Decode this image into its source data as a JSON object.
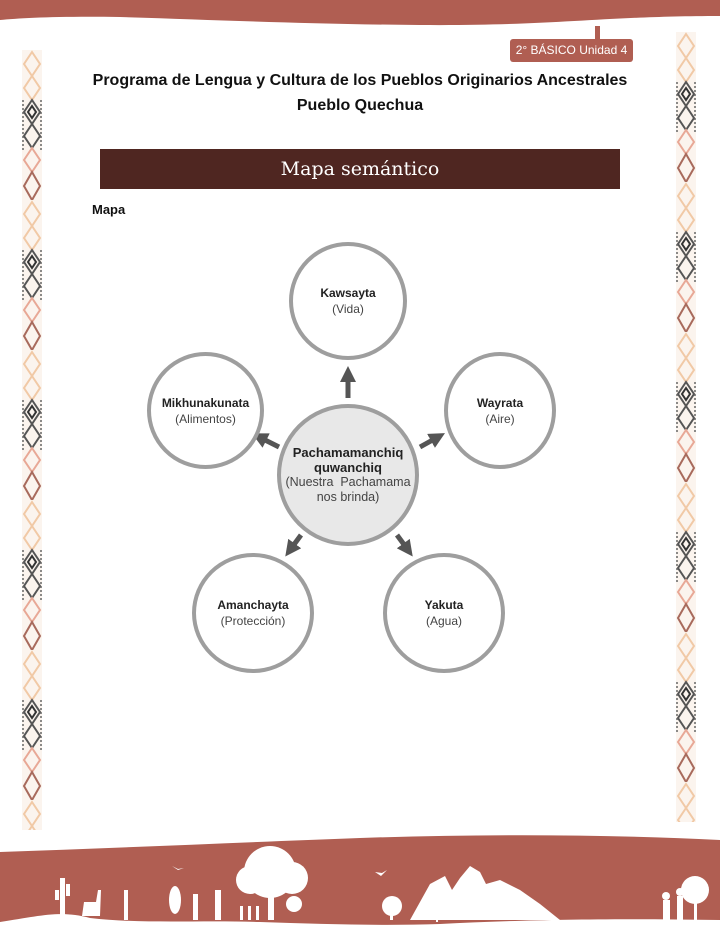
{
  "header": {
    "badge": "2° BÁSICO Unidad 4",
    "title_line1": "Programa de Lengua y Cultura de los Pueblos Originarios Ancestrales",
    "title_line2": "Pueblo Quechua"
  },
  "section": {
    "band_title": "Mapa semántico",
    "label": "Mapa"
  },
  "semantic_map": {
    "center": {
      "term": "Pachamamanchiq quwanchiq",
      "term_line1": "Pachamamanchiq",
      "term_line2": "quwanchiq",
      "translation_line1": "(Nuestra  Pachamama",
      "translation_line2": "nos brinda)"
    },
    "nodes": [
      {
        "term": "Kawsayta",
        "translation": "(Vida)"
      },
      {
        "term": "Mikhunakunata",
        "translation": "(Alimentos)"
      },
      {
        "term": "Wayrata",
        "translation": "(Aire)"
      },
      {
        "term": "Amanchayta",
        "translation": "(Protección)"
      },
      {
        "term": "Yakuta",
        "translation": "(Agua)"
      }
    ]
  },
  "colors": {
    "brand_terracotta": "#b05e52",
    "band_dark_brown": "#4f2621",
    "node_border": "#9e9e9e",
    "arrow": "#555555",
    "center_fill": "#e8e8e8"
  }
}
